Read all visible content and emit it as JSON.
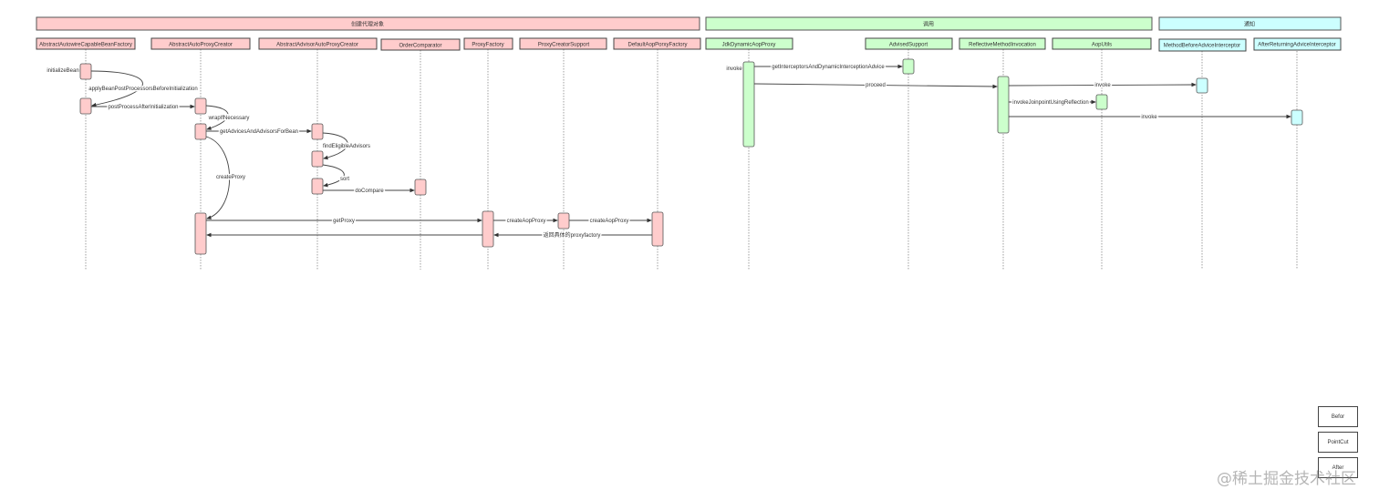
{
  "groups": [
    {
      "title": "创建代理对象",
      "color": "#ffcccc"
    },
    {
      "title": "调用",
      "color": "#ccffcc"
    },
    {
      "title": "通知",
      "color": "#ccffff"
    }
  ],
  "participants": [
    "AbstractAutowireCapableBeanFactory",
    "AbstractAutoProxyCreator",
    "AbstractAdvisorAutoProxyCreator",
    "OrderComparator",
    "ProxyFactory",
    "ProxyCreatorSupport",
    "DefaultAopPorxyFactory",
    "JdkDynamicAopProxy",
    "AdvisedSupport",
    "ReflectiveMethodInvocation",
    "AopUtils",
    "MethodBeforeAdviceInterceptor",
    "AfterReturningAdviceInterceptor"
  ],
  "messages": [
    "initializeBean",
    "applyBeanPostProcessorsBeforeInitialization",
    "postProcessAfterInitialization",
    "wrapIfNecessary",
    "getAdvicesAndAdvisorsForBean",
    "findEligibleAdvisors",
    "sort",
    "doCompare",
    "createProxy",
    "getProxy",
    "createAopProxy",
    "createAopProxy",
    "返回具体的proxyfactory",
    "invoke",
    "getInterceptorsAndDynamicInterceptionAdvice",
    "proceed",
    "invoke",
    "invokeJoinpointUsingReflection",
    "invoke"
  ],
  "legend": [
    "Befor",
    "PointCut",
    "After"
  ],
  "watermark": "@稀土掘金技术社区"
}
